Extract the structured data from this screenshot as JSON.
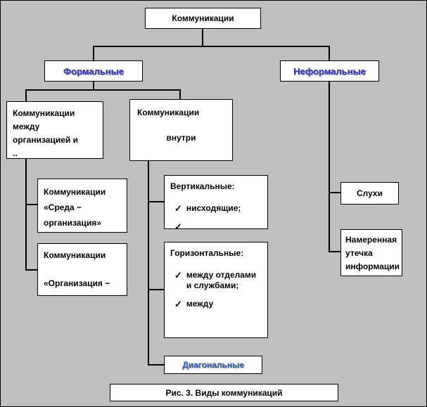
{
  "colors": {
    "background": "#bfbfbf",
    "box_bg": "#ffffff",
    "line": "#000000",
    "blue_text": "#3333bb",
    "diagonal_text": "#3a62b8"
  },
  "icons": {
    "check": "✓"
  },
  "diagram": {
    "root_label": "Коммуникации",
    "formal_label": "Формальные",
    "informal_label": "Неформальные",
    "between_org": {
      "l1": "Коммуникации",
      "l2": "между",
      "l3": "организацией и",
      "l4": ".."
    },
    "inside": {
      "l1": "Коммуникации",
      "l2": "внутри"
    },
    "sreda": {
      "l1": "Коммуникации",
      "l2": "«Среда −",
      "l3": "организация»"
    },
    "org": {
      "l1": "Коммуникации",
      "l2": "«Организация −"
    },
    "vertical": {
      "title": "Вертикальные:",
      "item1": "нисходящие;",
      "item2": ""
    },
    "horizontal": {
      "title": "Горизонтальные:",
      "item1": "между отделами и службами;",
      "item2": "между"
    },
    "diagonal_label": "Диагональные",
    "rumors_label": "Слухи",
    "leak": {
      "l1": "Намеренная",
      "l2": "утечка",
      "l3": "информации"
    },
    "caption": "Рис. 3. Виды коммуникаций"
  }
}
